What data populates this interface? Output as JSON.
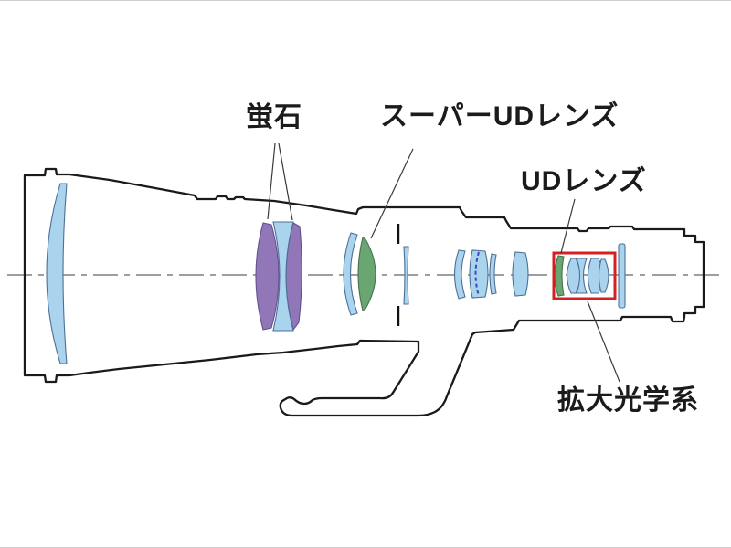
{
  "figure": {
    "description": "Telephoto lens optical construction cutaway diagram",
    "labels": {
      "fluorite": "蛍石",
      "super_ud": "スーパーUDレンズ",
      "ud": "UDレンズ",
      "magnifier": "拡大光学系"
    },
    "colors": {
      "fluorite_glass": "#9277b8",
      "ud_glass": "#6aa671",
      "normal_glass": "#aad4ee",
      "highlight_box": "#d42020",
      "outline": "#1a1a1a",
      "axis": "#7f7f7f"
    }
  }
}
